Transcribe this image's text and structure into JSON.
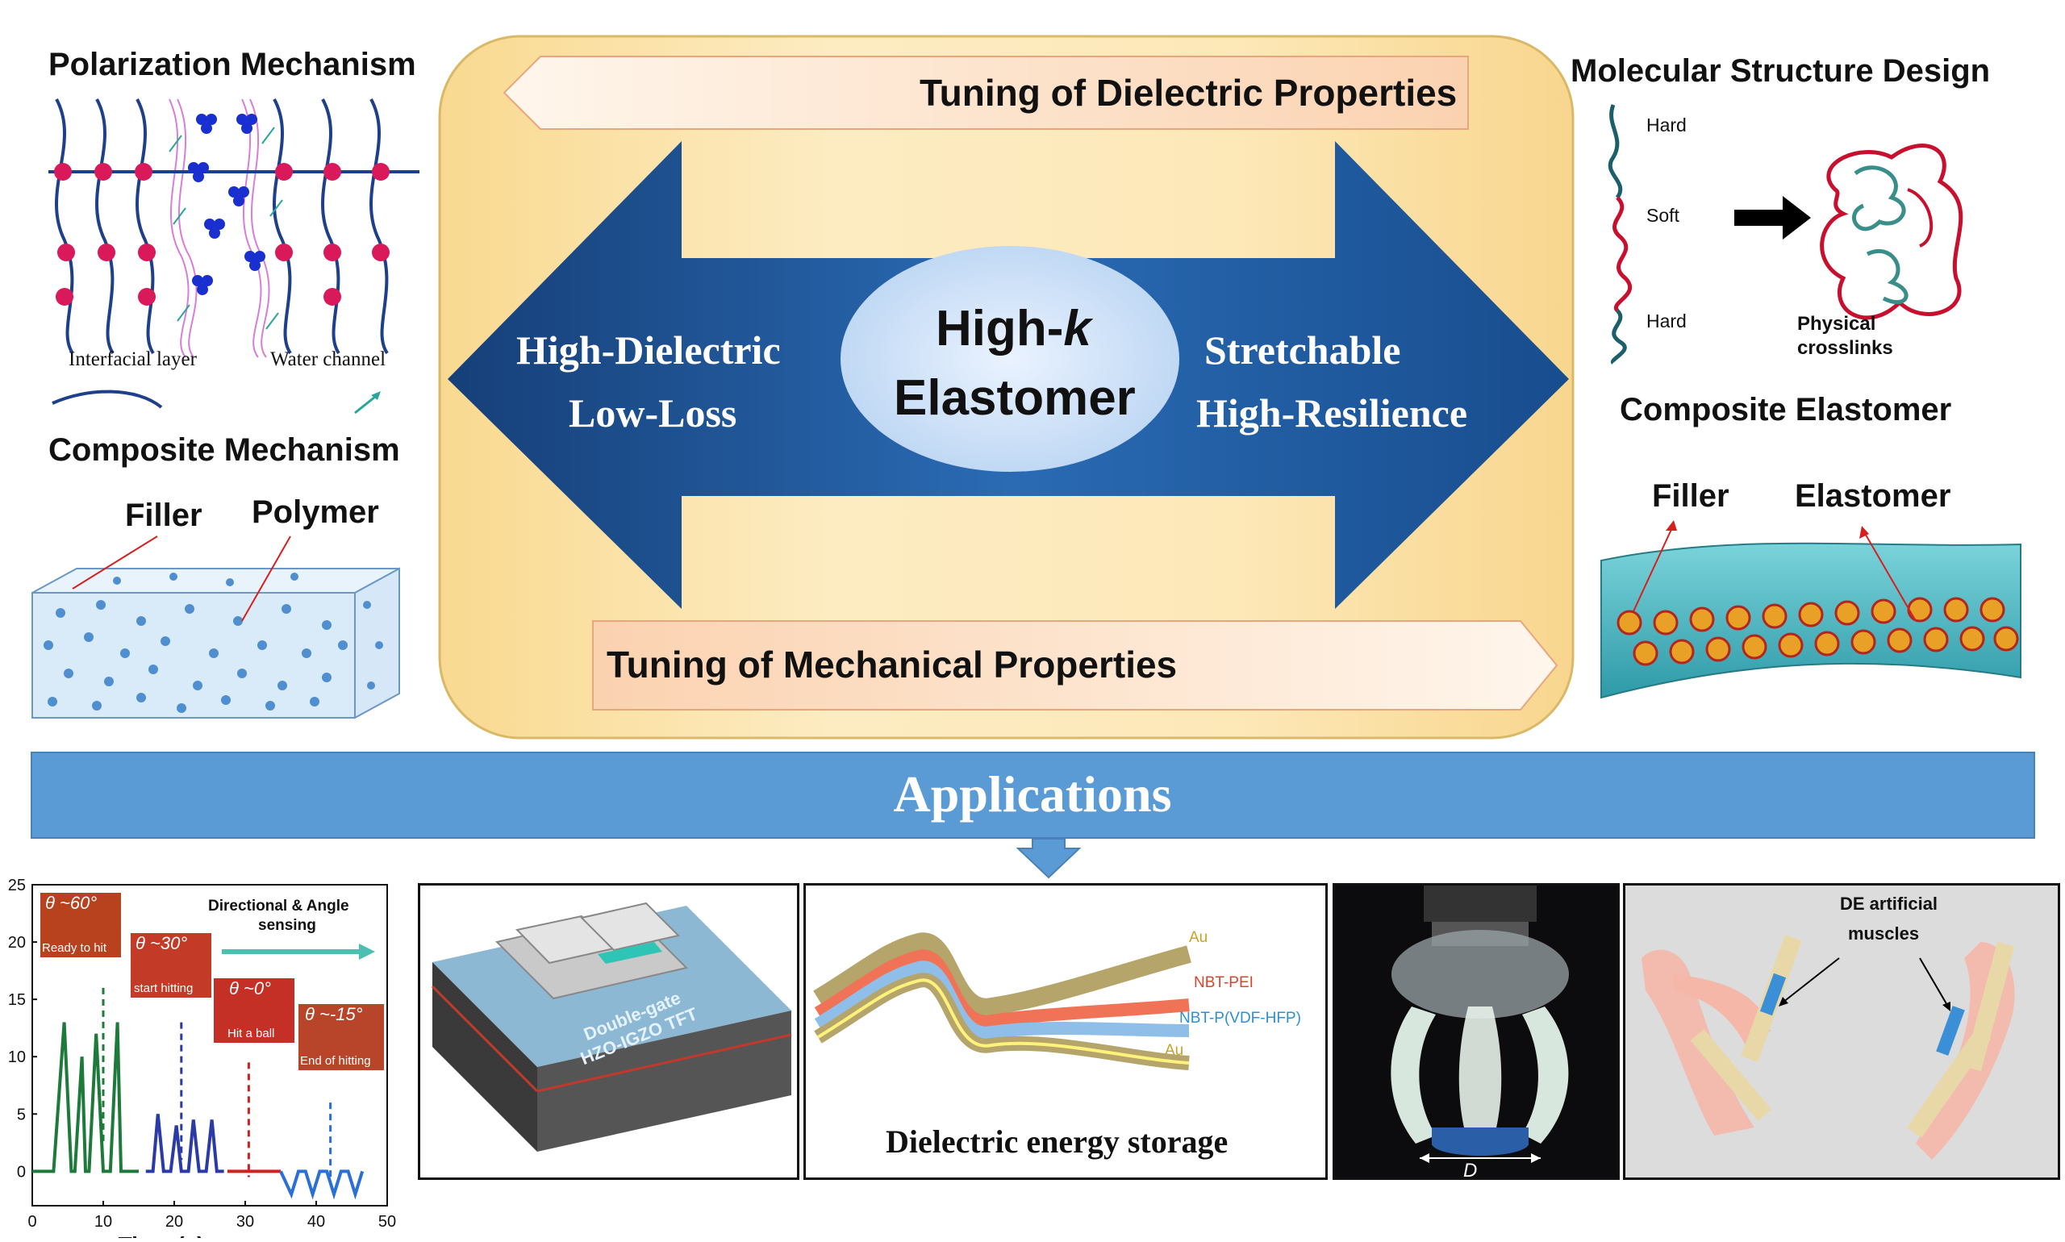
{
  "polarization": {
    "title": "Polarization Mechanism",
    "interfacial_label": "Interfacial layer",
    "water_label": "Water channel"
  },
  "composite_mech": {
    "title": "Composite Mechanism",
    "filler": "Filler",
    "polymer": "Polymer"
  },
  "center": {
    "tuning_dielectric": "Tuning of Dielectric Properties",
    "tuning_mechanical": "Tuning of Mechanical Properties",
    "left_line1": "High-Dielectric",
    "left_line2": "Low-Loss",
    "right_line1": "Stretchable",
    "right_line2": "High-Resilience",
    "core_line1_main": "High-",
    "core_line1_k": "k",
    "core_line2": "Elastomer"
  },
  "molecular": {
    "title": "Molecular Structure Design",
    "hard_top": "Hard",
    "soft": "Soft",
    "hard_bottom": "Hard",
    "physical": "Physical",
    "crosslinks": "crosslinks"
  },
  "composite_elastomer": {
    "title": "Composite Elastomer",
    "filler": "Filler",
    "elastomer": "Elastomer"
  },
  "applications": {
    "title": "Applications"
  },
  "sensing_chart": {
    "y_ticks": [
      "25",
      "20",
      "15",
      "10",
      "5",
      "0"
    ],
    "x_ticks": [
      "0",
      "10",
      "20",
      "30",
      "40",
      "50"
    ],
    "xlabel": "Time (s)",
    "legend_line1": "Directional & Angle",
    "legend_line2": "sensing",
    "angles": [
      "θ ~60°",
      "θ ~30°",
      "θ ~0°",
      "θ ~-15°"
    ],
    "captions": [
      "Ready to hit",
      "start hitting",
      "Hit a ball",
      "End of hitting"
    ]
  },
  "chart_data": {
    "type": "line",
    "xlabel": "Time (s)",
    "ylabel": "",
    "xlim": [
      0,
      50
    ],
    "ylim": [
      0,
      25
    ],
    "series": [
      {
        "color": "#1e7a3a",
        "x": [
          0,
          3,
          4.5,
          5.5,
          6,
          7,
          7.5,
          8,
          9,
          10,
          11,
          12,
          12.5,
          13.5,
          14.5,
          15
        ],
        "y": [
          0,
          0,
          13,
          0,
          0,
          10,
          0,
          0,
          12,
          0,
          0,
          13,
          0,
          0,
          0,
          0
        ]
      },
      {
        "color": "#2a3aa6",
        "x": [
          16,
          17,
          17.7,
          18.5,
          19.5,
          20.3,
          21,
          22,
          22.7,
          23.5,
          24.5,
          25.3,
          26,
          27
        ],
        "y": [
          0,
          0,
          5,
          0,
          0,
          4,
          0,
          0,
          4.5,
          0,
          0,
          4.5,
          0,
          0
        ]
      },
      {
        "color": "#d12020",
        "x": [
          27.5,
          30,
          34,
          35
        ],
        "y": [
          0,
          0,
          0,
          0
        ]
      },
      {
        "color": "#2a6fd6",
        "x": [
          35,
          36.5,
          37.5,
          38.5,
          39.5,
          40.5,
          41.5,
          42.5,
          43.5,
          44.5,
          45.5,
          46.5
        ],
        "y": [
          0,
          -2,
          0,
          0,
          -2,
          0,
          0,
          -2,
          0,
          0,
          -2,
          0
        ]
      }
    ]
  },
  "tft": {
    "label_line1": "Double-gate",
    "label_line2": "HZO-IGZO TFT"
  },
  "storage": {
    "au_top": "Au",
    "nbt_pei": "NBT-PEI",
    "nbt_p": "NBT-P(VDF-HFP)",
    "au_bottom": "Au",
    "caption": "Dielectric energy storage"
  },
  "gripper": {
    "label": "D"
  },
  "muscle": {
    "line1": "DE artificial",
    "line2": "muscles"
  },
  "colors": {
    "band": "#5b9bd5",
    "arrow_dark": "#1c4e8a",
    "center_bg": "#fde9b4",
    "tuning_bar": "#fde3c9"
  }
}
